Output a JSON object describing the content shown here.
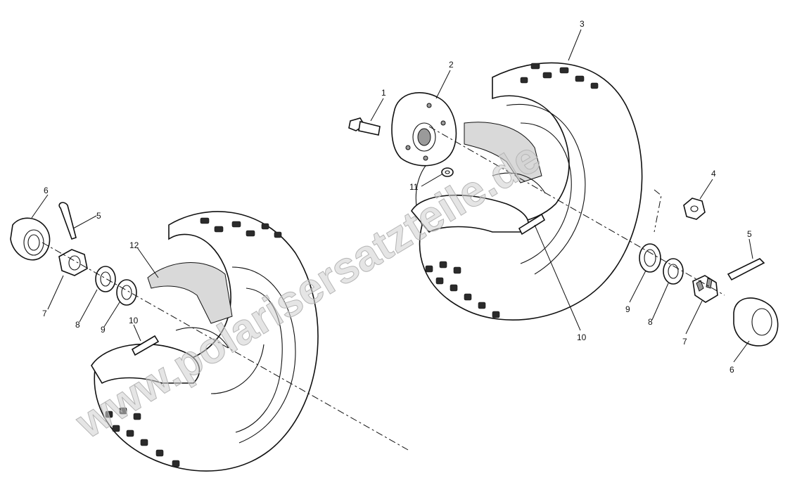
{
  "watermark": "www.polarisersatzteile.de",
  "callouts": {
    "c1": "1",
    "c2": "2",
    "c3": "3",
    "c4": "4",
    "r5": "5",
    "r6": "6",
    "r7": "7",
    "r8": "8",
    "r9": "9",
    "r10": "10",
    "c11": "11",
    "l5": "5",
    "l6": "6",
    "l7": "7",
    "l8": "8",
    "l9": "9",
    "l10": "10",
    "l12": "12"
  }
}
